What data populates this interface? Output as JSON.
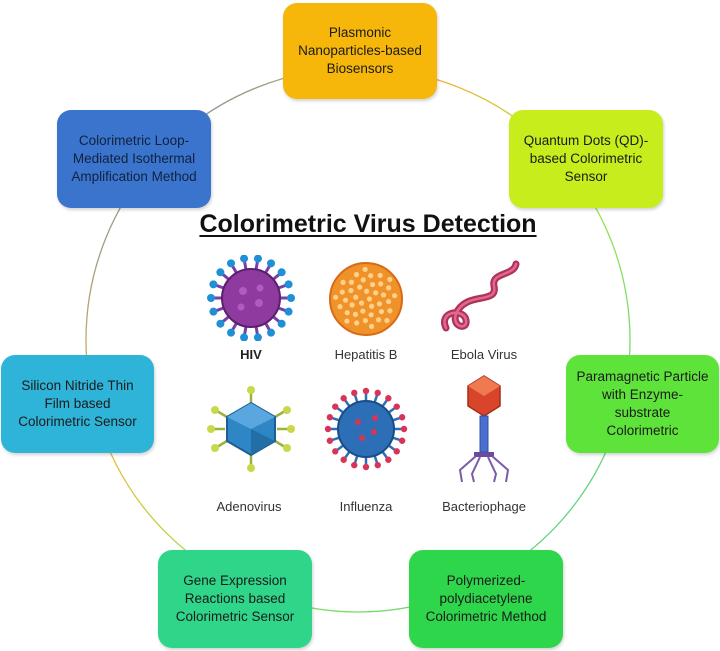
{
  "title": "Colorimetric Virus Detection",
  "methods": [
    {
      "label": "Plasmonic\nNanoparticles-based\nBiosensors",
      "color": "#f6b60a"
    },
    {
      "label": "Quantum Dots (QD)-\nbased Colorimetric\nSensor",
      "color": "#c7ee1c"
    },
    {
      "label": "Paramagnetic Particle\nwith Enzyme-\nsubstrate\nColorimetric",
      "color": "#5ee33a"
    },
    {
      "label": "Polymerized-\npolydiacetylene\nColorimetric Method",
      "color": "#2ed64c"
    },
    {
      "label": "Gene Expression\nReactions based\nColorimetric Sensor",
      "color": "#2fd68a"
    },
    {
      "label": "Silicon Nitride Thin\nFilm based\nColorimetric Sensor",
      "color": "#2eb4d8"
    },
    {
      "label": "Colorimetric  Loop-\nMediated Isothermal\nAmplification Method",
      "color": "#3b74cc"
    }
  ],
  "viruses": [
    {
      "label": "HIV",
      "icon": "hiv-icon",
      "color": "#8e3a9e"
    },
    {
      "label": "Hepatitis B",
      "icon": "hepatitis-b-icon",
      "color": "#f0922a"
    },
    {
      "label": "Ebola Virus",
      "icon": "ebola-virus-icon",
      "color": "#b0325a"
    },
    {
      "label": "Adenovirus",
      "icon": "adenovirus-icon",
      "color": "#2f86c4"
    },
    {
      "label": "Influenza",
      "icon": "influenza-icon",
      "color": "#2c6fb6"
    },
    {
      "label": "Bacteriophage",
      "icon": "bacteriophage-icon",
      "color": "#d9452b"
    }
  ]
}
